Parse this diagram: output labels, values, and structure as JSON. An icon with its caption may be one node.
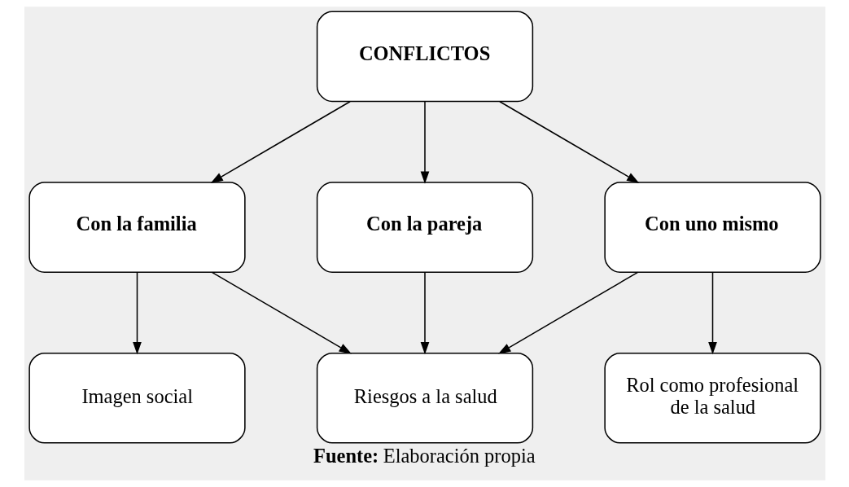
{
  "diagram": {
    "caption": "**Fuente:** Elaboración propia",
    "nodes": [
      {
        "text": [
          "CONFLICTOS"
        ]
      },
      {
        "text": [
          "Con la familia"
        ]
      },
      {
        "text": [
          "Con la pareja"
        ]
      },
      {
        "text": [
          "Con uno mismo"
        ]
      },
      {
        "text": [
          "Imagen social"
        ]
      },
      {
        "text": [
          "Riesgos a la salud"
        ]
      },
      {
        "text": [
          "Rol como profesional de la salud"
        ]
      }
    ],
    "edges": [
      {
        "from": 0,
        "to": 1,
        "arrow": "to"
      },
      {
        "from": 0,
        "to": 2,
        "arrow": "to"
      },
      {
        "from": 0,
        "to": 3,
        "arrow": "to"
      },
      {
        "from": 1,
        "to": 4,
        "arrow": "to"
      },
      {
        "from": 1,
        "to": 5,
        "arrow": "to"
      },
      {
        "from": 2,
        "to": 5,
        "arrow": "to"
      },
      {
        "from": 3,
        "to": 5,
        "arrow": "to"
      },
      {
        "from": 3,
        "to": 6,
        "arrow": "to"
      }
    ]
  }
}
